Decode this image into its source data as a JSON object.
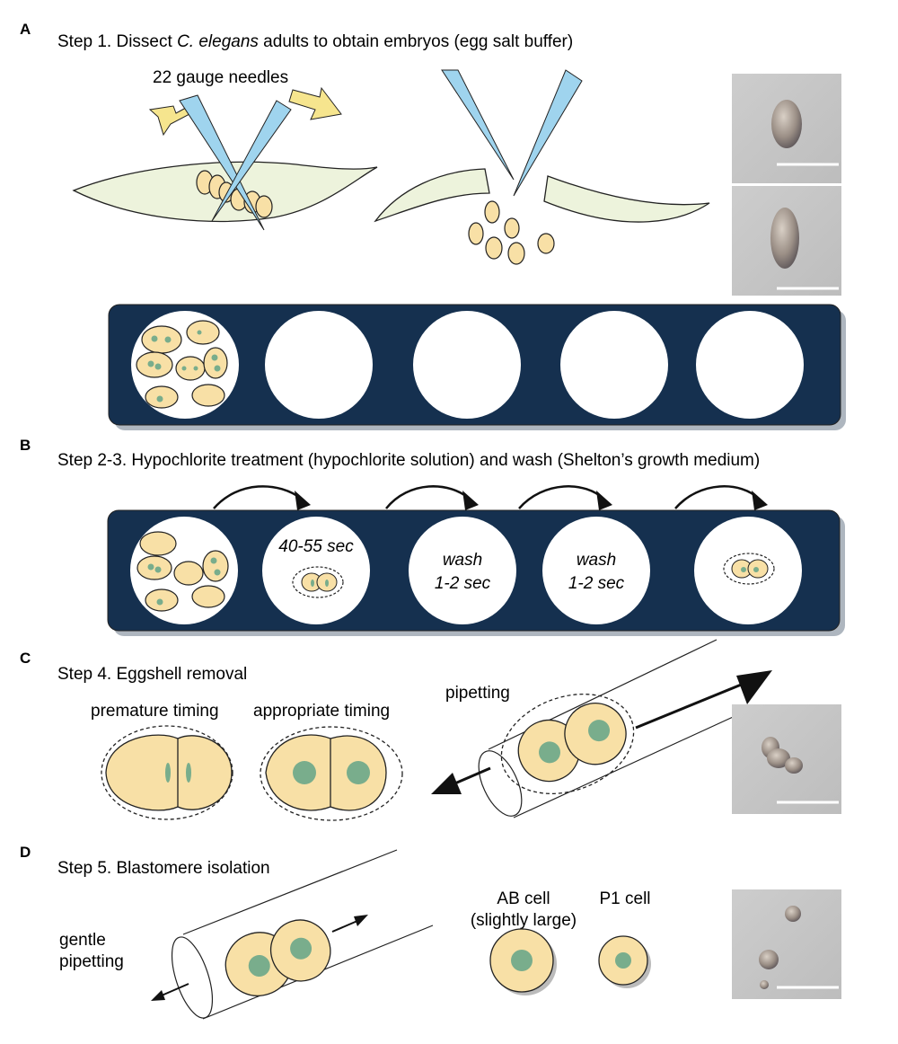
{
  "panels": {
    "a": {
      "letter": "A",
      "title_pre": "Step 1. Dissect ",
      "title_italic": "C. elegans",
      "title_post": " adults to obtain embryos (egg salt buffer)",
      "needles_label": "22 gauge needles"
    },
    "b": {
      "letter": "B",
      "title": "Step 2-3. Hypochlorite treatment (hypochlorite solution) and wash (Shelton’s growth medium)",
      "well2_label": "40-55 sec",
      "well3_line1": "wash",
      "well3_line2": "1-2 sec",
      "well4_line1": "wash",
      "well4_line2": "1-2 sec"
    },
    "c": {
      "letter": "C",
      "title": "Step 4. Eggshell removal",
      "premature_label": "premature timing",
      "appropriate_label": "appropriate timing",
      "pipetting_label": "pipetting"
    },
    "d": {
      "letter": "D",
      "title": "Step 5. Blastomere isolation",
      "gentle_line1": "gentle",
      "gentle_line2": "pipetting",
      "ab_line1": "AB cell",
      "ab_line2": "(slightly large)",
      "p1_label": "P1 cell"
    }
  },
  "colors": {
    "plate": "#15304f",
    "cell": "#f8e0a6",
    "nucleus": "#79ad8c",
    "needle": "#9fd4ee",
    "arrow_yellow": "#f6e58e",
    "worm": "#edf3dc",
    "photo": "#c4c4c4"
  }
}
